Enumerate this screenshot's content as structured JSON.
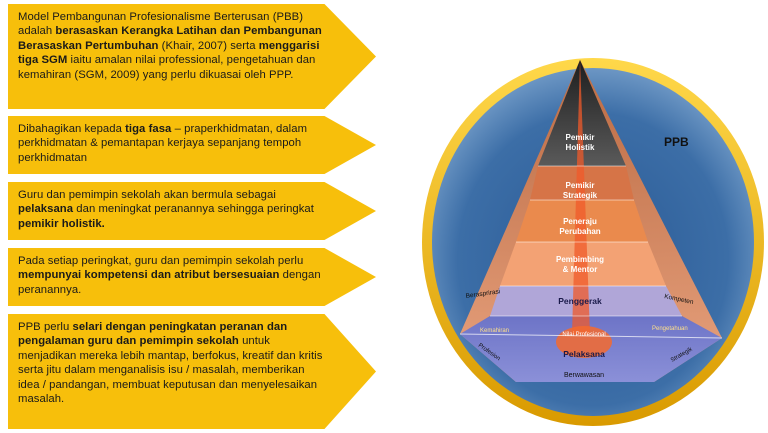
{
  "colors": {
    "box_fill": "#f7bf0b",
    "ring": "#f2b900",
    "disc": "#3c6ea7",
    "peak_dark": "#3e3e3e",
    "tier_orange": "#f0853a",
    "base_blue": "#5a62b8"
  },
  "boxes": [
    {
      "parts": [
        {
          "t": "Model Pembangunan Profesionalisme Berterusan (PBB) adalah "
        },
        {
          "t": "berasaskan Kerangka Latihan dan Pembangunan Berasaskan Pertumbuhan",
          "b": true
        },
        {
          "t": " (Khair, 2007) serta "
        },
        {
          "t": "menggarisi tiga SGM",
          "b": true
        },
        {
          "t": " iaitu amalan nilai professional, pengetahuan dan kemahiran (SGM, 2009) yang perlu dikuasai oleh PPP."
        }
      ]
    },
    {
      "parts": [
        {
          "t": "Dibahagikan kepada "
        },
        {
          "t": "tiga fasa",
          "b": true
        },
        {
          "t": " – praperkhidmatan, dalam perkhidmatan & pemantapan kerjaya sepanjang tempoh perkhidmatan"
        }
      ]
    },
    {
      "parts": [
        {
          "t": "Guru dan pemimpin sekolah akan bermula sebagai "
        },
        {
          "t": "pelaksana",
          "b": true
        },
        {
          "t": " dan meningkat peranannya sehingga peringkat "
        },
        {
          "t": "pemikir holistik.",
          "b": true
        }
      ]
    },
    {
      "parts": [
        {
          "t": "Pada setiap peringkat, guru dan pemimpin sekolah perlu "
        },
        {
          "t": "mempunyai kompetensi dan atribut bersesuaian",
          "b": true
        },
        {
          "t": " dengan peranannya."
        }
      ]
    },
    {
      "parts": [
        {
          "t": "PPB perlu "
        },
        {
          "t": "selari dengan peningkatan peranan dan pengalaman guru dan pemimpin sekolah",
          "b": true
        },
        {
          "t": " untuk menjadikan mereka lebih mantap, berfokus, kreatif dan kritis serta jitu dalam menganalisis isu / masalah, memberikan idea / pandangan, membuat keputusan dan menyelesaikan masalah."
        }
      ]
    }
  ],
  "diagram": {
    "title": "PPB",
    "tiers": [
      {
        "label": "Pemikir Holistik"
      },
      {
        "label": "Pemikir Strategik"
      },
      {
        "label": "Peneraju Perubahan"
      },
      {
        "label": "Pembimbing & Mentor"
      },
      {
        "label": "Penggerak"
      },
      {
        "label": "Pelaksana"
      }
    ],
    "side_labels": {
      "left_upper": "Berasprirasi",
      "right_upper": "Kompeten",
      "left_mid": "Kemahiran",
      "right_mid": "Pengetahuan",
      "left_low": "Profesion",
      "right_low": "Strategik",
      "center_band": "Nilai Profesional",
      "base": "Berwawasan"
    }
  }
}
